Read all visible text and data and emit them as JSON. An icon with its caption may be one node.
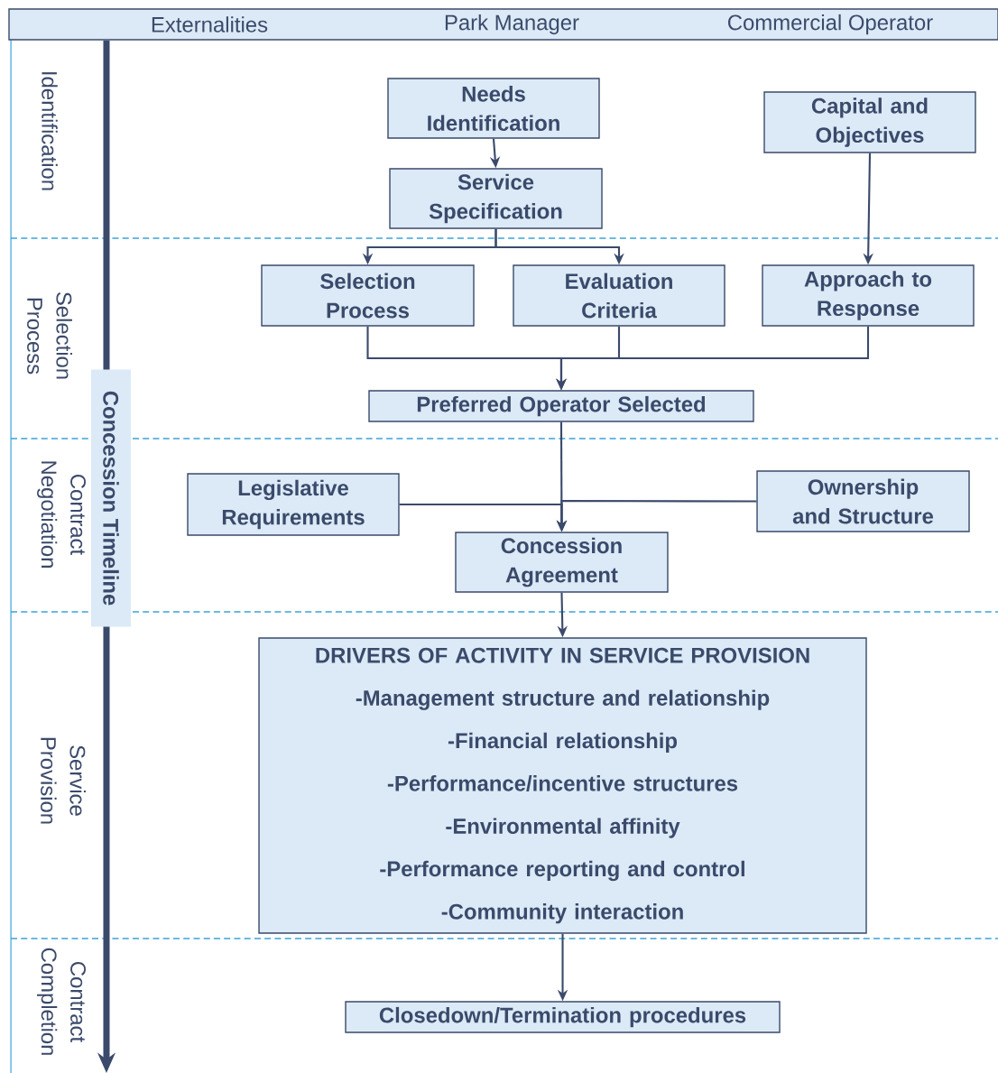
{
  "diagram": {
    "nodes": [
      {
        "text": [
          "Needs Identification"
        ]
      },
      {
        "text": [
          "Service Specification"
        ]
      },
      {
        "text": [
          "Capital and Objectives"
        ]
      },
      {
        "text": [
          "Selection Process"
        ]
      },
      {
        "text": [
          "Evaluation Criteria"
        ]
      },
      {
        "text": [
          "Approach to Response"
        ]
      },
      {
        "text": [
          "Preferred Operator Selected"
        ]
      },
      {
        "text": [
          "Legislative Requirements"
        ]
      },
      {
        "text": [
          "Ownership and Structure"
        ]
      },
      {
        "text": [
          "Concession Agreement"
        ]
      },
      {
        "text": [
          "DRIVERS OF ACTIVITY IN SERVICE PROVISION",
          "-Management structure and relationship",
          "-Financial relationship",
          "-Performance/incentive structures",
          "-Environmental affinity",
          "-Performance reporting and control",
          "-Community interaction"
        ]
      },
      {
        "text": [
          "Closedown/Termination procedures"
        ]
      }
    ],
    "edges": [
      {
        "from": 0,
        "to": 1,
        "arrow": "to"
      },
      {
        "from": 1,
        "to": 3,
        "arrow": "to"
      },
      {
        "from": 1,
        "to": 4,
        "arrow": "to"
      },
      {
        "from": 2,
        "to": 5,
        "arrow": "to"
      },
      {
        "from": 3,
        "to": 6,
        "arrow": "to"
      },
      {
        "from": 4,
        "to": 6,
        "arrow": "to"
      },
      {
        "from": 5,
        "to": 6,
        "arrow": "to"
      },
      {
        "from": 6,
        "to": 9,
        "arrow": "to"
      },
      {
        "from": 7,
        "to": 9,
        "arrow": "to"
      },
      {
        "from": 8,
        "to": 9,
        "arrow": "to"
      },
      {
        "from": 9,
        "to": 10,
        "arrow": "to"
      },
      {
        "from": 10,
        "to": 11,
        "arrow": "to"
      }
    ],
    "labels": [
      "Externalities",
      "Park Manager",
      "Commercial Operator",
      "Identification",
      "Selection Process",
      "Concession Timeline",
      "Contract Negotiation",
      "Service Provision",
      "Contract Completion"
    ]
  }
}
